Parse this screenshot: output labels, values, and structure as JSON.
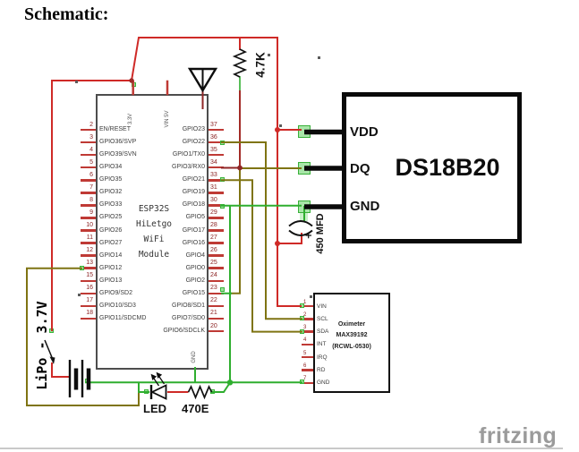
{
  "title": "Schematic:",
  "esp32": {
    "center_lines": [
      "ESP32S",
      "HiLetgo",
      "WiFi",
      "Module"
    ],
    "top_pins": [
      "3.3V",
      "VIN 5V"
    ],
    "bottom_pin": "GND",
    "left_pins": [
      {
        "num": "2",
        "label": "EN/RESET"
      },
      {
        "num": "3",
        "label": "GPIO36/SVP"
      },
      {
        "num": "4",
        "label": "GPIO39/SVN"
      },
      {
        "num": "5",
        "label": "GPIO34"
      },
      {
        "num": "6",
        "label": "GPIO35"
      },
      {
        "num": "7",
        "label": "GPIO32"
      },
      {
        "num": "8",
        "label": "GPIO33"
      },
      {
        "num": "9",
        "label": "GPIO25"
      },
      {
        "num": "10",
        "label": "GPIO26"
      },
      {
        "num": "11",
        "label": "GPIO27"
      },
      {
        "num": "12",
        "label": "GPIO14"
      },
      {
        "num": "13",
        "label": "GPIO12"
      },
      {
        "num": "15",
        "label": "GPIO13"
      },
      {
        "num": "16",
        "label": "GPIO9/SD2"
      },
      {
        "num": "17",
        "label": "GPIO10/SD3"
      },
      {
        "num": "18",
        "label": "GPIO11/SDCMD"
      }
    ],
    "right_pins": [
      {
        "num": "37",
        "label": "GPIO23"
      },
      {
        "num": "36",
        "label": "GPIO22"
      },
      {
        "num": "35",
        "label": "GPIO1/TX0"
      },
      {
        "num": "34",
        "label": "GPIO3/RX0"
      },
      {
        "num": "33",
        "label": "GPIO21"
      },
      {
        "num": "31",
        "label": "GPIO19"
      },
      {
        "num": "30",
        "label": "GPIO18"
      },
      {
        "num": "29",
        "label": "GPIO5"
      },
      {
        "num": "28",
        "label": "GPIO17"
      },
      {
        "num": "27",
        "label": "GPIO16"
      },
      {
        "num": "26",
        "label": "GPIO4"
      },
      {
        "num": "25",
        "label": "GPIO0"
      },
      {
        "num": "24",
        "label": "GPIO2"
      },
      {
        "num": "23",
        "label": "GPIO15"
      },
      {
        "num": "22",
        "label": "GPIO8/SD1"
      },
      {
        "num": "21",
        "label": "GPIO7/SD0"
      },
      {
        "num": "20",
        "label": "GPIO6/SDCLK"
      }
    ]
  },
  "ds18b20": {
    "name": "DS18B20",
    "pins": [
      "VDD",
      "DQ",
      "GND"
    ]
  },
  "oximeter": {
    "line1": "Oximeter",
    "line2": "MAX39192",
    "line3": "(RCWL-0530)",
    "pins": [
      {
        "num": "1",
        "label": "VIN"
      },
      {
        "num": "2",
        "label": "SCL"
      },
      {
        "num": "3",
        "label": "SDA"
      },
      {
        "num": "4",
        "label": "INT"
      },
      {
        "num": "5",
        "label": "IRQ"
      },
      {
        "num": "6",
        "label": "RD"
      },
      {
        "num": "7",
        "label": "GND"
      }
    ]
  },
  "components": {
    "pullup_resistor": "4.7K",
    "capacitor": "450 MFD",
    "led": "LED",
    "led_resistor": "470E",
    "battery": "LiPo - 3.7V"
  },
  "logo": "fritzing",
  "colors": {
    "wire_red": "#cf2a27",
    "wire_green": "#2fae2f",
    "wire_yellow": "#7f7413",
    "wire_dark_red": "#8f2626",
    "pad_green": "#9ce29c",
    "stub_red": "#bf3a35"
  }
}
